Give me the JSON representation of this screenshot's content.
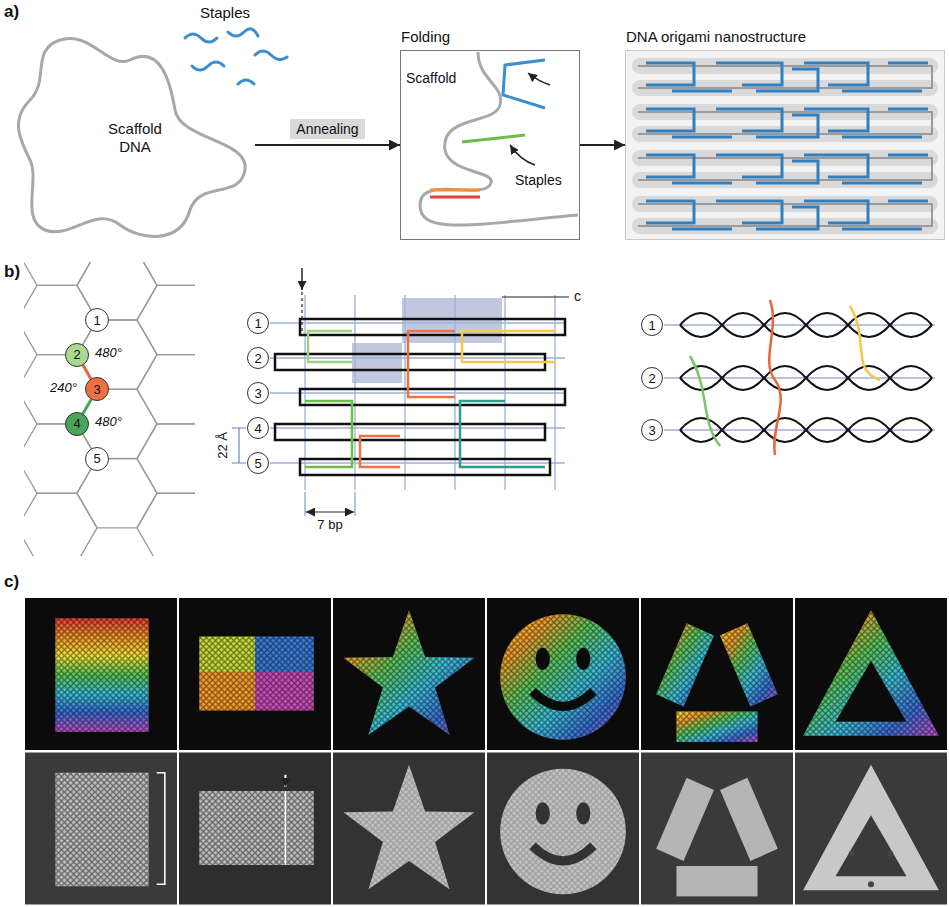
{
  "diagram": {
    "nodes": [
      {
        "text": [
          "Scaffold DNA"
        ]
      },
      {
        "text": [
          "Folding"
        ]
      },
      {
        "text": [
          "DNA origami nanostructure"
        ]
      },
      {
        "text": [
          "1"
        ]
      },
      {
        "text": [
          "2"
        ]
      },
      {
        "text": [
          "3"
        ]
      },
      {
        "text": [
          "4"
        ]
      },
      {
        "text": [
          "5"
        ]
      },
      {
        "text": [
          "1"
        ]
      },
      {
        "text": [
          "2"
        ]
      },
      {
        "text": [
          "3"
        ]
      },
      {
        "text": [
          "4"
        ]
      },
      {
        "text": [
          "5"
        ]
      },
      {
        "text": [
          "1"
        ]
      },
      {
        "text": [
          "2"
        ]
      },
      {
        "text": [
          "3"
        ]
      }
    ],
    "edges": [
      {
        "from": 0,
        "to": 1,
        "label": "Annealing",
        "arrow": "to"
      },
      {
        "from": 1,
        "to": 2,
        "arrow": "to"
      },
      {
        "from": 4,
        "to": 5,
        "arrow": "none"
      },
      {
        "from": 5,
        "to": 6,
        "arrow": "none"
      }
    ],
    "labels": [
      "a)",
      "Staples",
      "Scaffold",
      "Staples",
      "b)",
      "480°",
      "240°",
      "480°",
      "22 Å",
      "7 bp",
      "c",
      "c)"
    ]
  }
}
